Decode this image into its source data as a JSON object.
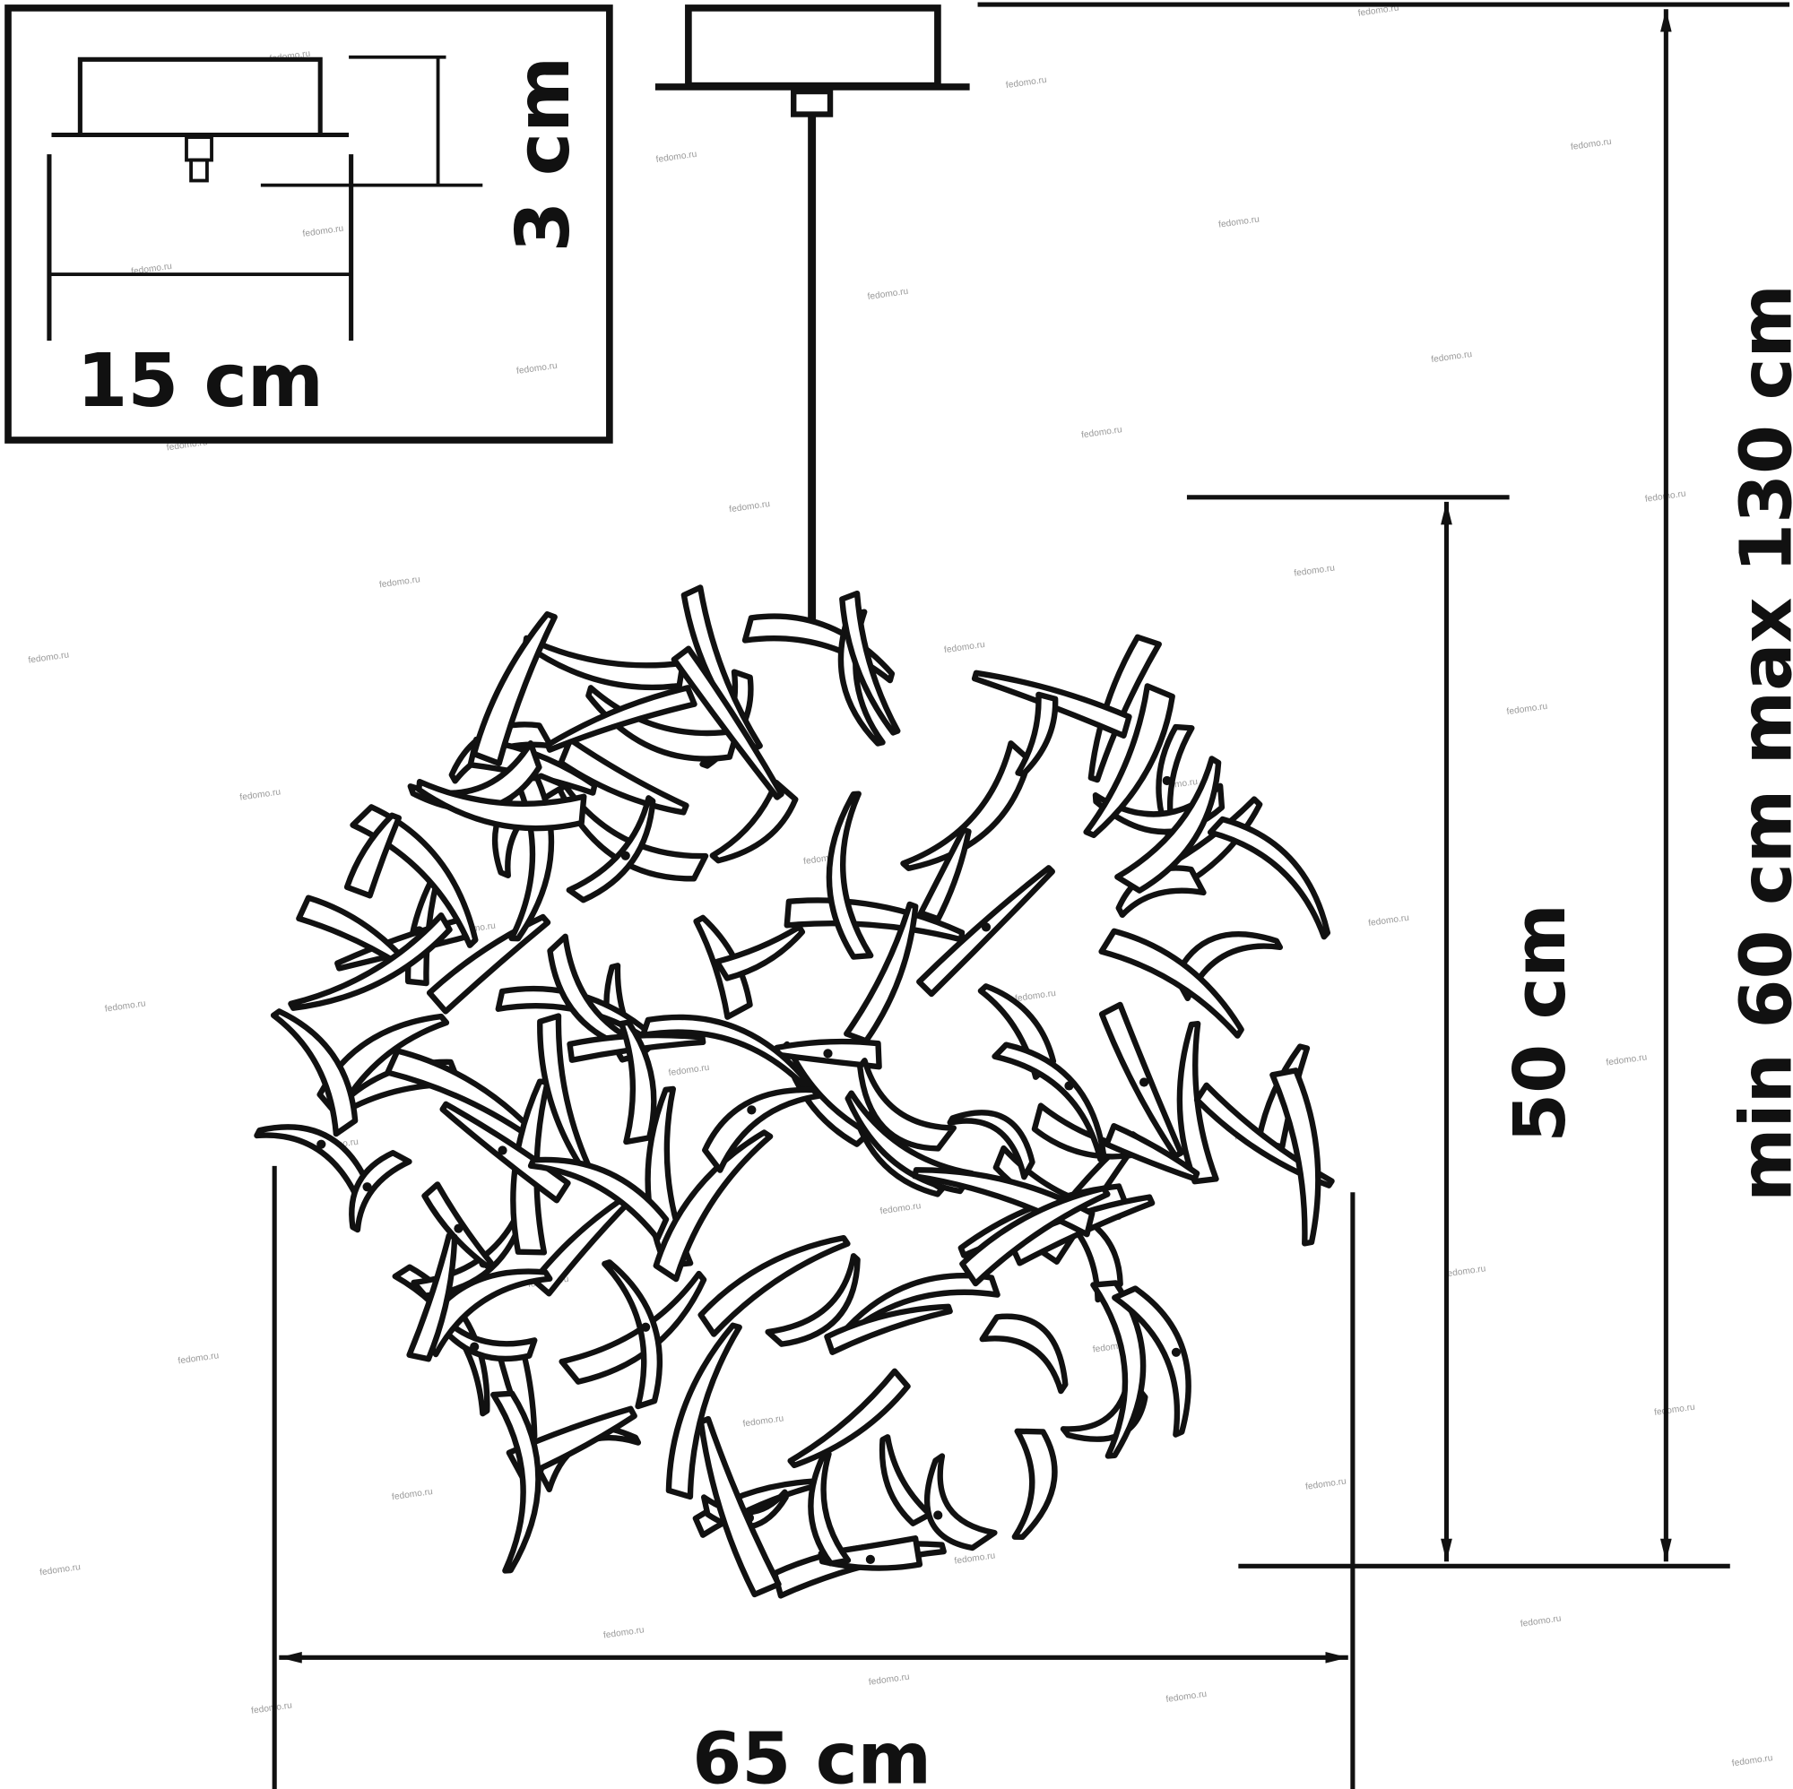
{
  "drawing": {
    "canopy_width_label": "15 cm",
    "canopy_height_label": "3 cm",
    "shade_width_label": "65 cm",
    "shade_height_label": "50 cm",
    "total_height_label": "min 60 cm max 130 cm",
    "watermark": "fedomo.ru"
  },
  "colors": {
    "line": "#111111",
    "watermark": "#9a9a9a"
  }
}
